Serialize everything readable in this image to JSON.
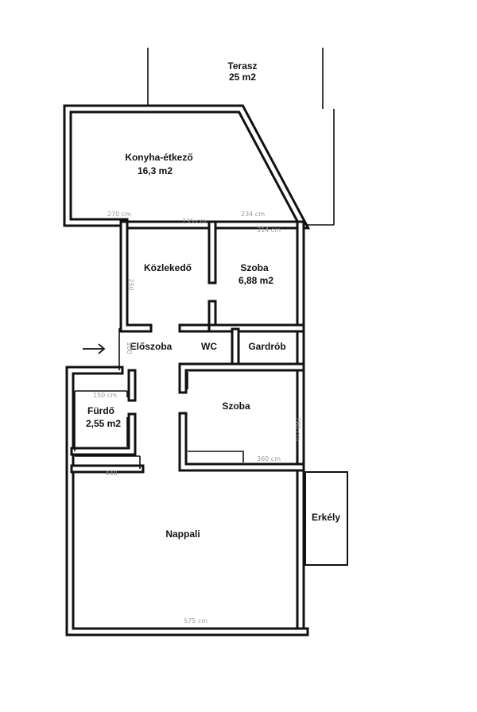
{
  "rooms": [
    {
      "name": "Terasz",
      "area": "25 m2"
    },
    {
      "name": "Konyha-étkező",
      "area": "16,3 m2"
    },
    {
      "name": "Közlekedő",
      "area": ""
    },
    {
      "name": "Szoba",
      "area": "6,88 m2"
    },
    {
      "name": "Előszoba",
      "area": ""
    },
    {
      "name": "WC",
      "area": ""
    },
    {
      "name": "Gardrób",
      "area": ""
    },
    {
      "name": "Szoba",
      "area": ""
    },
    {
      "name": "Fürdő",
      "area": "2,55 m2"
    },
    {
      "name": "Nappali",
      "area": ""
    },
    {
      "name": "Erkély",
      "area": ""
    }
  ],
  "dimensions": {
    "kitchen_width": "270 cm",
    "kitchen_right": "235 cm",
    "szoba_top": "234 cm",
    "szoba_top2": "314 cm",
    "hall_width": "250",
    "bath_width": "150 cm",
    "szoba2_bottom": "360 cm",
    "szoba2_right": "280 cm",
    "nappali_width": "575 cm",
    "nappali_left": "440",
    "entrance": "100"
  },
  "colors": {
    "wall": "#111111",
    "background": "#ffffff",
    "dimension_text": "#9a9a9a"
  }
}
